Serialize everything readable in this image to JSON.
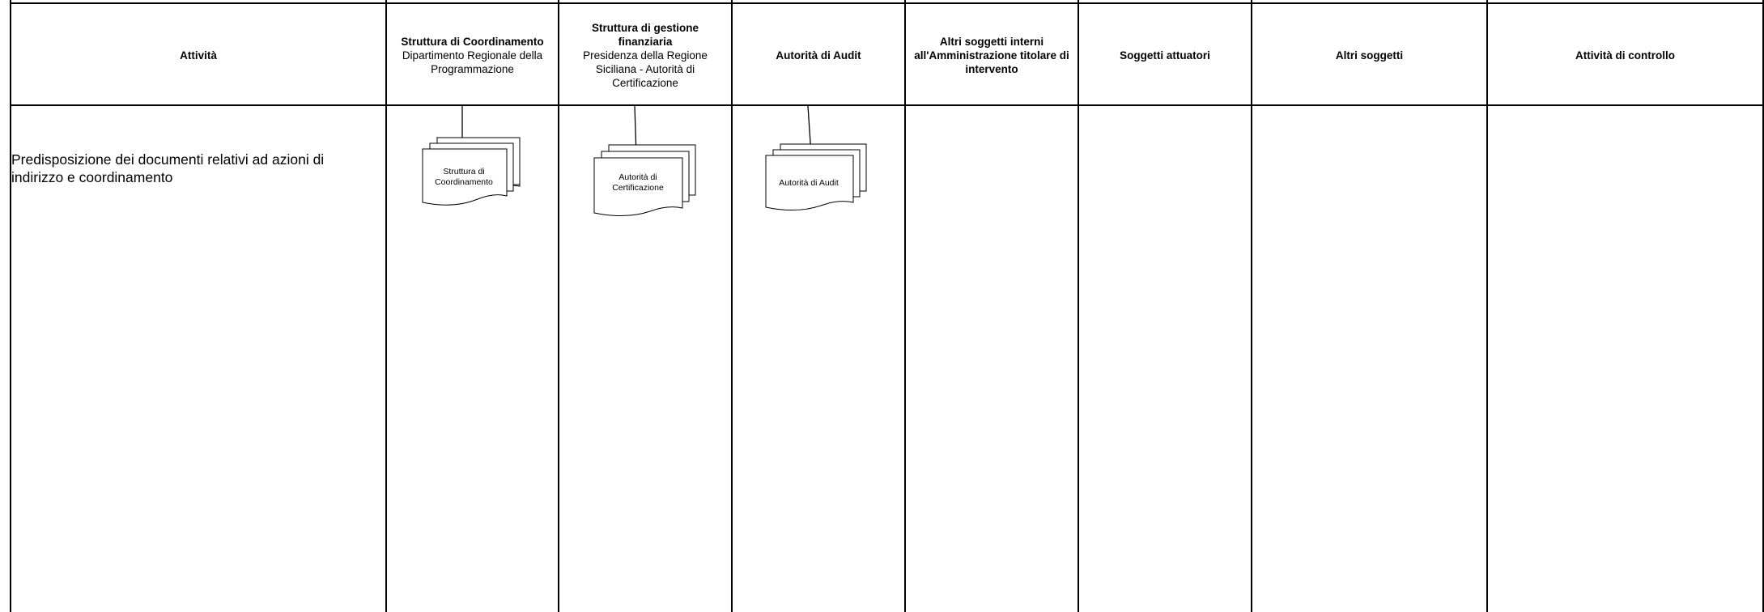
{
  "columns": [
    {
      "title": "Attività",
      "subtitle": ""
    },
    {
      "title": "Struttura di Coordinamento",
      "subtitle": "Dipartimento Regionale della Programmazione"
    },
    {
      "title": "Struttura di gestione finanziaria",
      "subtitle": "Presidenza della Regione Siciliana - Autorità di Certificazione"
    },
    {
      "title": "Autorità di Audit",
      "subtitle": ""
    },
    {
      "title": "Altri soggetti interni all'Amministrazione titolare di intervento",
      "subtitle": ""
    },
    {
      "title": "Soggetti attuatori",
      "subtitle": ""
    },
    {
      "title": "Altri soggetti",
      "subtitle": ""
    },
    {
      "title": "Attività di controllo",
      "subtitle": ""
    }
  ],
  "activity_text": "Predisposizione dei documenti relativi ad azioni di indirizzo e coordinamento",
  "documents": [
    {
      "label_line1": "Struttura di",
      "label_line2": "Coordinamento"
    },
    {
      "label_line1": "Autorità di",
      "label_line2": "Certificazione"
    },
    {
      "label_line1": "Autorità di Audit",
      "label_line2": ""
    }
  ]
}
